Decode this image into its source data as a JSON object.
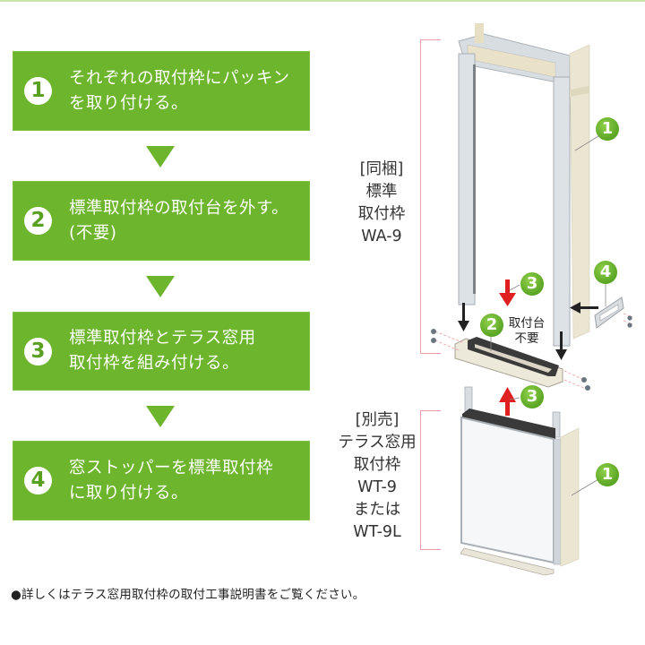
{
  "colors": {
    "step_green": "#6db52d",
    "callout_green": "#5aa524",
    "bracket_pink": "#f0a0a8",
    "arrow_red": "#e02020",
    "arrow_black": "#222222"
  },
  "steps": [
    {
      "number": "1",
      "text": "それぞれの取付枠にパッキン\nを取り付ける。"
    },
    {
      "number": "2",
      "text": "標準取付枠の取付台を外す。\n(不要)"
    },
    {
      "number": "3",
      "text": "標準取付枠とテラス窓用\n取付枠を組み付ける。"
    },
    {
      "number": "4",
      "text": "窓ストッパーを標準取付枠\nに取り付ける。"
    }
  ],
  "note": "●詳しくはテラス窓用取付枠の取付工事説明書をご覧ください。",
  "diagram": {
    "upper_frame_label": "[同梱]\n標準\n取付枠\nWA-9",
    "lower_frame_label": "[別売]\nテラス窓用\n取付枠\nWT-9\nまたは\nWT-9L",
    "base_label": "取付台\n不要",
    "callouts": {
      "upper_packing": "1",
      "lower_packing": "1",
      "base": "2",
      "down_arrow": "3",
      "up_arrow": "3",
      "stopper": "4"
    }
  }
}
